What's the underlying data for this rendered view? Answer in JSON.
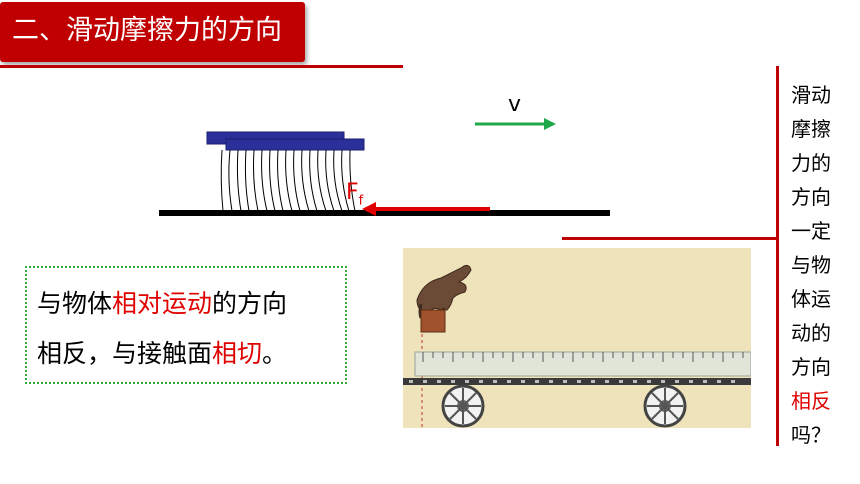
{
  "title": "二、滑动摩擦力的方向",
  "diagram": {
    "velocity_label": "v",
    "friction_label": "F",
    "friction_subscript": "f"
  },
  "note": {
    "line1_prefix": "与物体",
    "line1_highlight": "相对运动",
    "line1_suffix": "的方向",
    "line2_prefix": "相反，与接触面",
    "line2_highlight": "相切",
    "line2_suffix": "。"
  },
  "side_question": {
    "lines": [
      "滑动",
      "摩擦",
      "力的",
      "方向",
      "一定",
      "与物",
      "体运",
      "动的",
      "方向"
    ],
    "highlight": "相反",
    "ending": "吗？"
  },
  "colors": {
    "title_bg": "#c00000",
    "highlight": "#e00000",
    "velocity_arrow": "#1fa84a",
    "friction_arrow": "#e00000",
    "block": "#2b2f9a",
    "note_border": "#2eaa3a"
  }
}
